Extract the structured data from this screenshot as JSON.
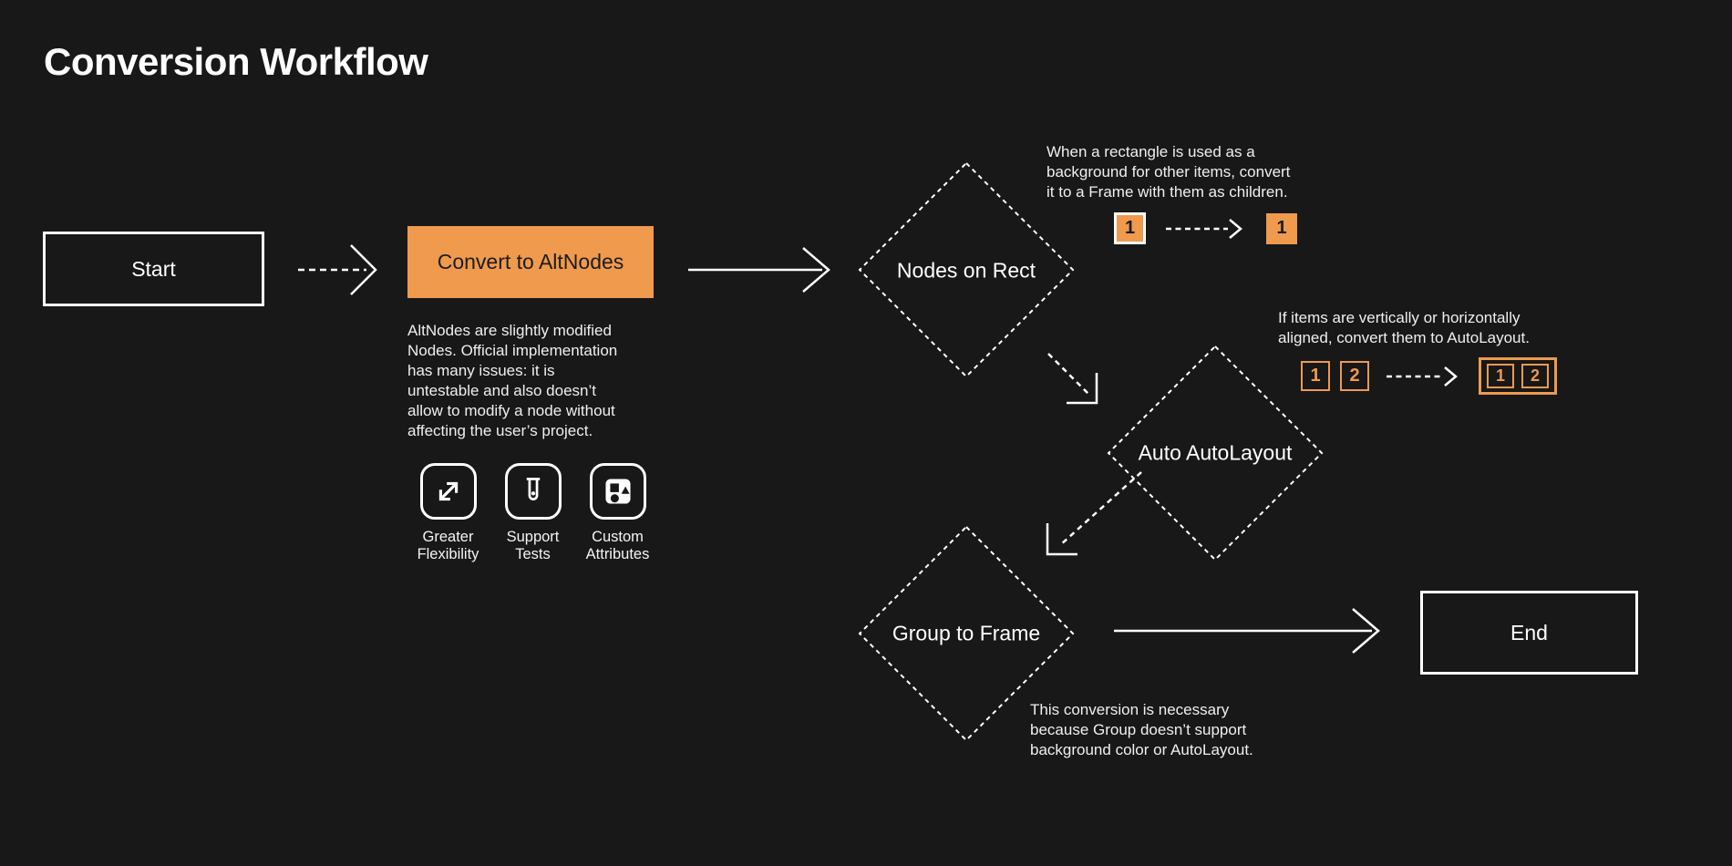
{
  "title": "Conversion Workflow",
  "colors": {
    "background": "#181818",
    "accent_orange": "#EF9A4D",
    "text": "#F2F2F2",
    "node_text_dark": "#1D1D1D"
  },
  "nodes": {
    "start": {
      "label": "Start",
      "type": "rect"
    },
    "convert": {
      "label": "Convert to AltNodes",
      "type": "rect-filled"
    },
    "nodes_on_rect": {
      "label": "Nodes on Rect",
      "type": "diamond"
    },
    "auto_autolayout": {
      "label": "Auto AutoLayout",
      "type": "diamond"
    },
    "group_to_frame": {
      "label": "Group to Frame",
      "type": "diamond"
    },
    "end": {
      "label": "End",
      "type": "rect"
    }
  },
  "notes": {
    "altnodes": "AltNodes are slightly modified\nNodes. Official implementation\nhas many issues: it is\nuntestable and also doesn’t\nallow to modify a node without\naffecting the user’s project.",
    "rect": "When a rectangle is used as a\nbackground for other items, convert\nit to a Frame with them as children.",
    "autolayout": "If items are vertically or horizontally\naligned, convert them to AutoLayout.",
    "group": "This conversion is necessary\nbecause Group doesn’t support\nbackground color or AutoLayout."
  },
  "features": [
    {
      "icon": "expand-icon",
      "label": "Greater\nFlexibility"
    },
    {
      "icon": "test-tube-icon",
      "label": "Support\nTests"
    },
    {
      "icon": "shapes-icon",
      "label": "Custom\nAttributes"
    }
  ],
  "mini_rect_to_frame": {
    "before": "1",
    "after": "1"
  },
  "mini_autolayout": {
    "before": [
      "1",
      "2"
    ],
    "after": [
      "1",
      "2"
    ]
  }
}
